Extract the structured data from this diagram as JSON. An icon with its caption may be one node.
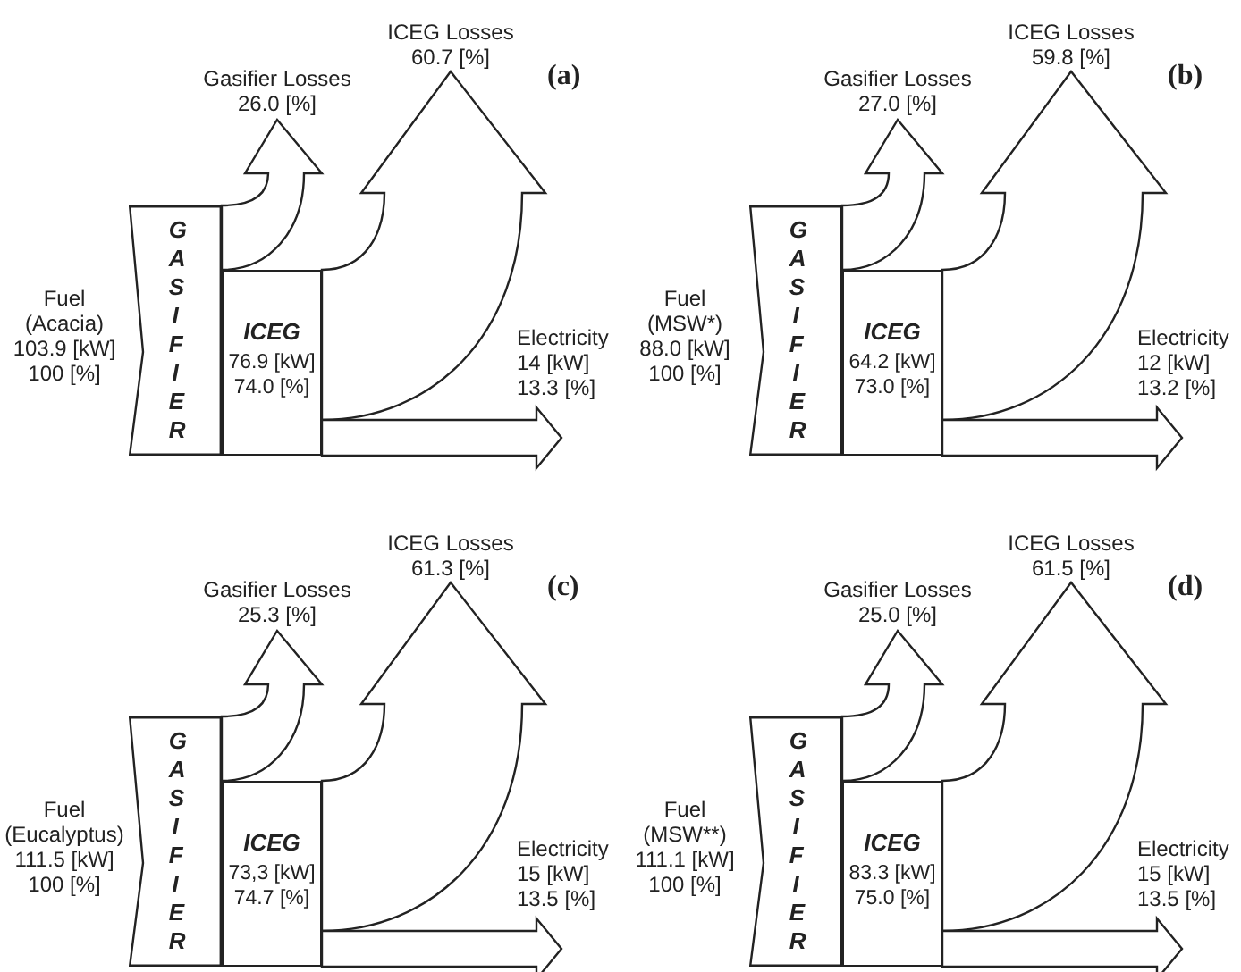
{
  "diagram": {
    "nodes": [
      {
        "text": [
          "Gasifier Losses 26.0 [%]"
        ]
      },
      {
        "text": [
          "ICEG Losses 60.7 [%]"
        ]
      },
      {
        "text": [
          "GASIFIER"
        ],
        "beside": [
          "Fuel (Acacia) 103.9 [kW] 100 [%]"
        ]
      },
      {
        "text": [
          "ICEG",
          "76.9 [kW] 74.0 [%]"
        ]
      },
      {
        "text": [
          "Electricity 14 [kW] 13.3 [%]"
        ]
      },
      {
        "text": [
          "Gasifier Losses 27.0 [%]"
        ]
      },
      {
        "text": [
          "ICEG Losses 59.8 [%]"
        ]
      },
      {
        "text": [
          "GASIFIER"
        ],
        "beside": [
          "Fuel (MSW*) 88.0 [kW] 100 [%]"
        ]
      },
      {
        "text": [
          "ICEG",
          "64.2 [kW] 73.0 [%]"
        ]
      },
      {
        "text": [
          "Electricity 12 [kW] 13.2 [%]"
        ]
      },
      {
        "text": [
          "Gasifier Losses 25.3 [%]"
        ]
      },
      {
        "text": [
          "ICEG Losses 61.3 [%]"
        ]
      },
      {
        "text": [
          "GASIFIER"
        ],
        "beside": [
          "Fuel (Eucalyptus) 111.5 [kW] 100 [%]"
        ]
      },
      {
        "text": [
          "ICEG",
          "73,3 [kW] 74.7 [%]"
        ]
      },
      {
        "text": [
          "Electricity 15 [kW] 13.5 [%]"
        ]
      },
      {
        "text": [
          "Gasifier Losses 25.0 [%]"
        ]
      },
      {
        "text": [
          "ICEG Losses 61.5 [%]"
        ]
      },
      {
        "text": [
          "GASIFIER"
        ],
        "beside": [
          "Fuel (MSW**) 111.1 [kW] 100 [%]"
        ]
      },
      {
        "text": [
          "ICEG",
          "83.3 [kW] 75.0 [%]"
        ]
      },
      {
        "text": [
          "Electricity 15 [kW] 13.5 [%]"
        ]
      }
    ],
    "edges": [
      {
        "from": 2,
        "to": 0,
        "arrow": "to"
      },
      {
        "from": 3,
        "to": 1,
        "arrow": "to"
      },
      {
        "from": 3,
        "to": 4,
        "arrow": "to"
      },
      {
        "from": 7,
        "to": 5,
        "arrow": "to"
      },
      {
        "from": 8,
        "to": 6,
        "arrow": "to"
      },
      {
        "from": 8,
        "to": 9,
        "arrow": "to"
      },
      {
        "from": 12,
        "to": 10,
        "arrow": "to"
      },
      {
        "from": 13,
        "to": 11,
        "arrow": "to"
      },
      {
        "from": 13,
        "to": 14,
        "arrow": "to"
      },
      {
        "from": 17,
        "to": 15,
        "arrow": "to"
      },
      {
        "from": 18,
        "to": 16,
        "arrow": "to"
      },
      {
        "from": 18,
        "to": 19,
        "arrow": "to"
      }
    ],
    "labels": [
      "(a)",
      "(b)",
      "(c)",
      "(d)"
    ]
  }
}
